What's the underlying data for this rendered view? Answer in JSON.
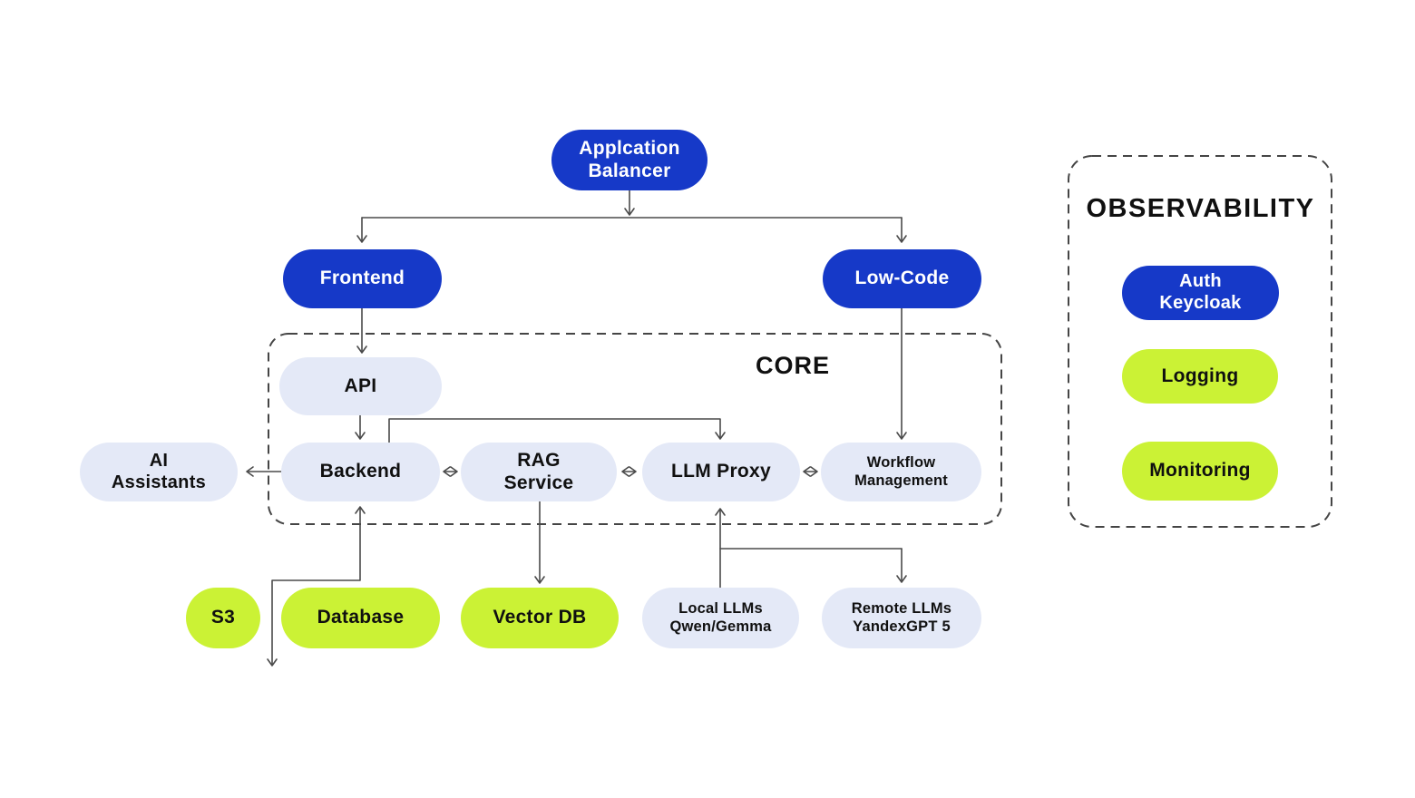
{
  "colors": {
    "blue": "#1639C8",
    "green": "#CBF235",
    "lavender": "#E4E9F7",
    "line": "#4a4a4a",
    "text_dark": "#101010",
    "text_light": "#ffffff",
    "bg": "#ffffff"
  },
  "core": {
    "title": "CORE"
  },
  "observability": {
    "title": "OBSERVABILITY"
  },
  "nodes": {
    "app_balancer": {
      "label": "Applcation\nBalancer"
    },
    "frontend": {
      "label": "Frontend"
    },
    "low_code": {
      "label": "Low-Code"
    },
    "api": {
      "label": "API"
    },
    "backend": {
      "label": "Backend"
    },
    "rag_service": {
      "label": "RAG\nService"
    },
    "llm_proxy": {
      "label": "LLM Proxy"
    },
    "workflow_management": {
      "label": "Workflow\nManagement"
    },
    "ai_assistants": {
      "label": "AI\nAssistants"
    },
    "s3": {
      "label": "S3"
    },
    "database": {
      "label": "Database"
    },
    "vector_db": {
      "label": "Vector DB"
    },
    "local_llms": {
      "label": "Local LLMs\nQwen/Gemma"
    },
    "remote_llms": {
      "label": "Remote LLMs\nYandexGPT 5"
    },
    "auth_keycloak": {
      "label": "Auth\nKeycloak"
    },
    "logging": {
      "label": "Logging"
    },
    "monitoring": {
      "label": "Monitoring"
    }
  }
}
